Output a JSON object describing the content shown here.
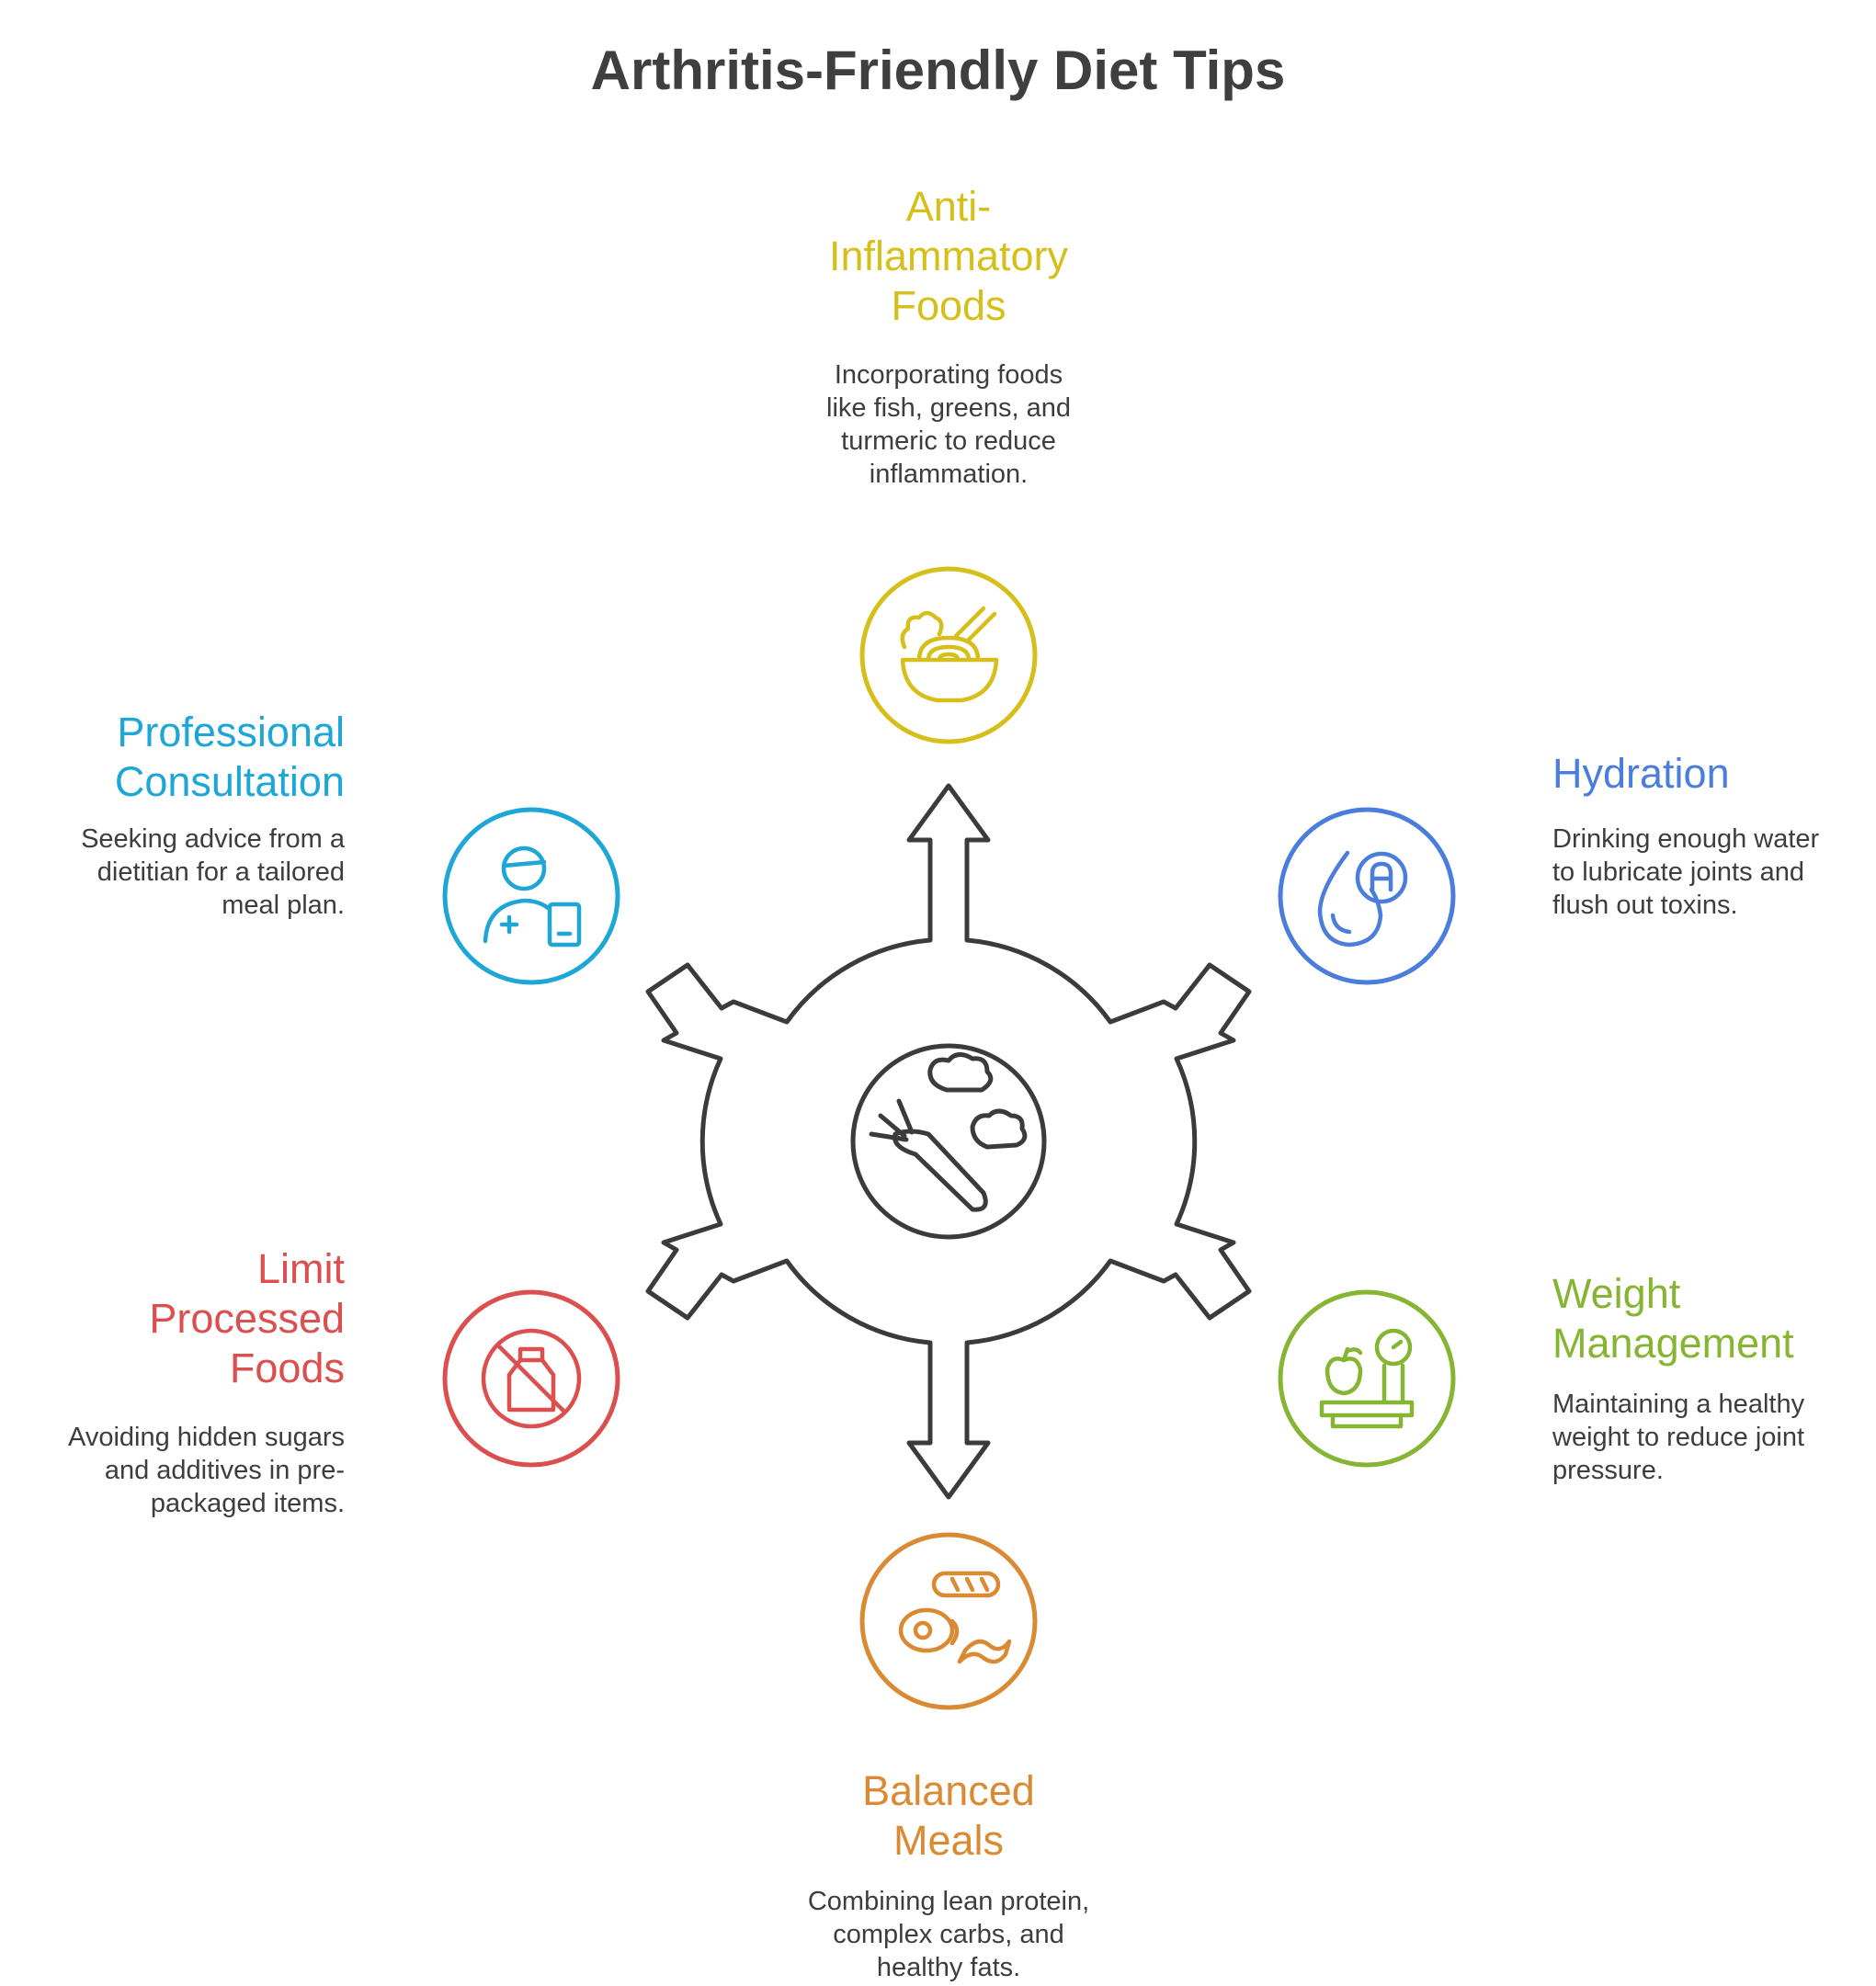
{
  "title": "Arthritis-Friendly Diet Tips",
  "colors": {
    "dark": "#3b3b3b",
    "anti_inflammatory": "#d6bf1a",
    "hydration": "#4b7ddd",
    "weight": "#86b533",
    "balanced": "#d98a33",
    "processed": "#dc4f4f",
    "professional": "#1ea6d6"
  },
  "center": {
    "icon": "vegetables-plate-icon"
  },
  "tips": {
    "anti_inflammatory": {
      "heading": "Anti-\nInflammatory\nFoods",
      "description": "Incorporating foods\nlike fish, greens, and\nturmeric to reduce\ninflammation.",
      "icon": "noodle-bowl-icon"
    },
    "hydration": {
      "heading": "Hydration",
      "description": "Drinking enough water\nto lubricate joints and\nflush out toxins.",
      "icon": "water-drop-vitamin-icon"
    },
    "weight": {
      "heading": "Weight\nManagement",
      "description": "Maintaining a healthy\nweight to reduce joint\npressure.",
      "icon": "scale-apple-icon"
    },
    "balanced": {
      "heading": "Balanced\nMeals",
      "description": "Combining lean protein,\ncomplex carbs, and\nhealthy fats.",
      "icon": "meat-bread-bacon-icon"
    },
    "processed": {
      "heading": "Limit\nProcessed\nFoods",
      "description": "Avoiding hidden sugars\nand additives in pre-\npackaged items.",
      "icon": "no-packaged-food-icon"
    },
    "professional": {
      "heading": "Professional\nConsultation",
      "description": "Seeking advice from a\ndietitian for a tailored\nmeal plan.",
      "icon": "doctor-tablet-icon"
    }
  }
}
